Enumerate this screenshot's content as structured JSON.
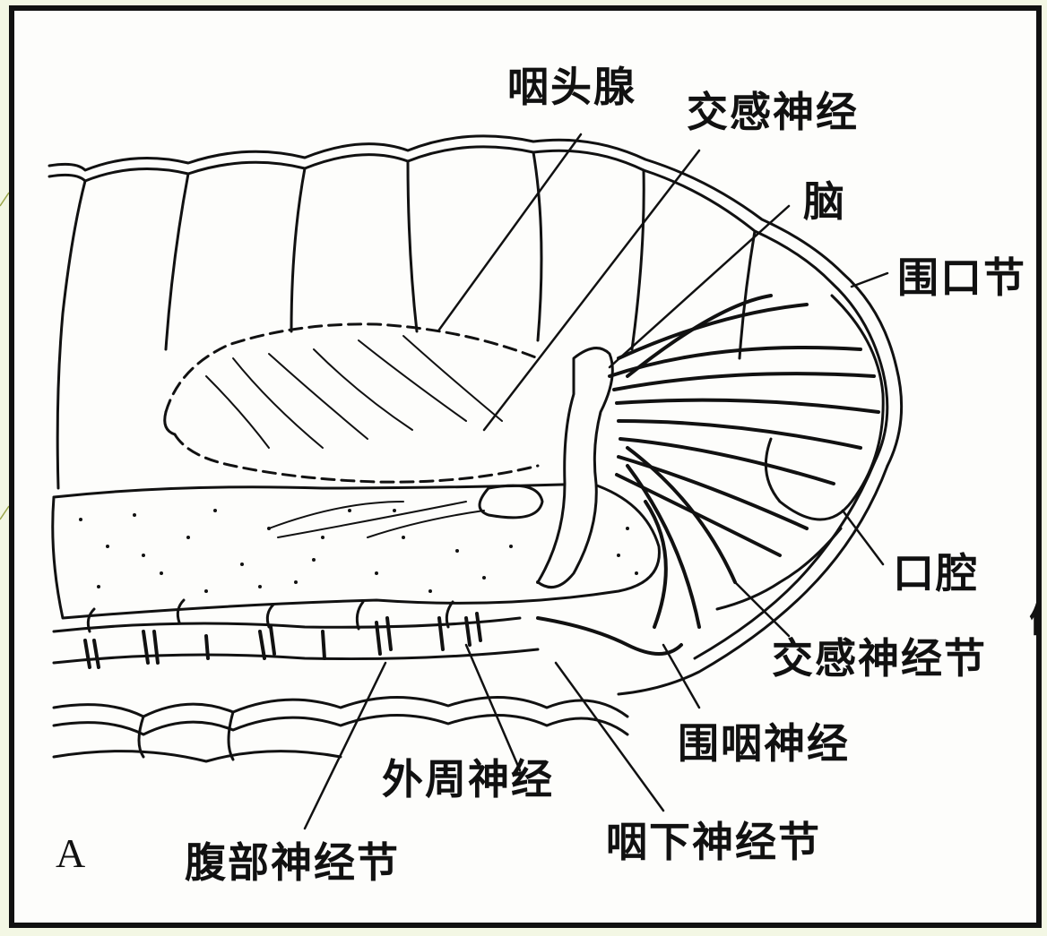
{
  "figure": {
    "panel_label": "A",
    "labels": {
      "pharyngeal_gland": "咽头腺",
      "sympathetic_nerve": "交感神经",
      "brain": "脑",
      "peristomium": "围口节",
      "mouth_cavity": "口腔",
      "sympathetic_ganglion": "交感神经节",
      "circumpharyngeal_nerve": "围咽神经",
      "subpharyngeal_ganglion": "咽下神经节",
      "peripheral_nerve": "外周神经",
      "ventral_ganglion": "腹部神经节"
    },
    "edge_fragment": "们"
  },
  "colors": {
    "ink": "#111111",
    "paper": "#fdfdfb",
    "margin": "#f3f7e4",
    "accent": "#9aa64a"
  }
}
